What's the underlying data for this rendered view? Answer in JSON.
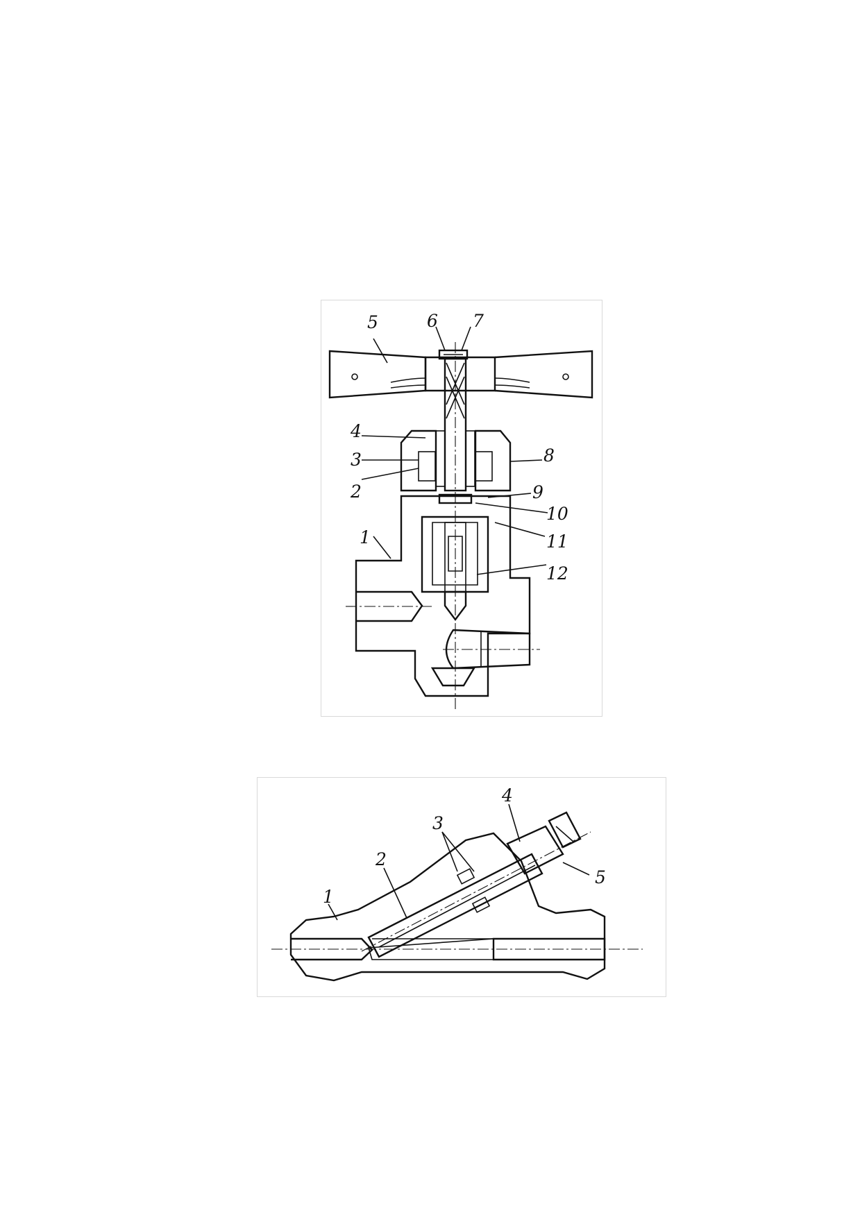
{
  "figures": [
    {
      "callouts": [
        "1",
        "2",
        "3",
        "4",
        "5",
        "6",
        "7",
        "8",
        "9",
        "10",
        "11",
        "12"
      ]
    },
    {
      "callouts": [
        "1",
        "2",
        "3",
        "4",
        "5"
      ]
    }
  ],
  "colors": {
    "ink": "#111111",
    "hatch": "#111111",
    "background": "#ffffff",
    "frame": "#d9d9d9"
  }
}
